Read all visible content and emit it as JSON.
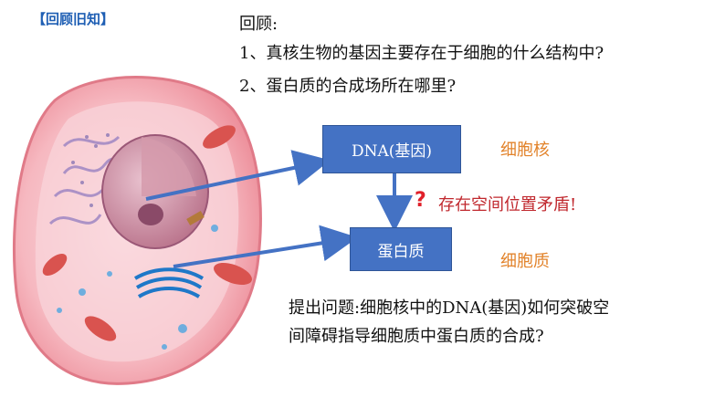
{
  "header": {
    "tag_open": "【",
    "tag_label": "回顾旧知",
    "tag_close": "】"
  },
  "review": {
    "title": "回顾:",
    "q1": "1、真核生物的基因主要存在于细胞的什么结构中?",
    "q2": "2、蛋白质的合成场所在哪里?"
  },
  "diagram": {
    "dna_box": "DNA(基因)",
    "protein_box": "蛋白质",
    "nucleus_label": "细胞核",
    "cytoplasm_label": "细胞质",
    "question_mark": "?",
    "conflict_text": "存在空间位置矛盾!"
  },
  "problem": {
    "line1": "提出问题:细胞核中的DNA(基因)如何突破空",
    "line2": "间障碍指导细胞质中蛋白质的合成?"
  },
  "colors": {
    "box_fill": "#4472c4",
    "arrow": "#4472c4",
    "location_label": "#e2832b",
    "conflict": "#c0272d",
    "tag": "#1f5fb4"
  }
}
